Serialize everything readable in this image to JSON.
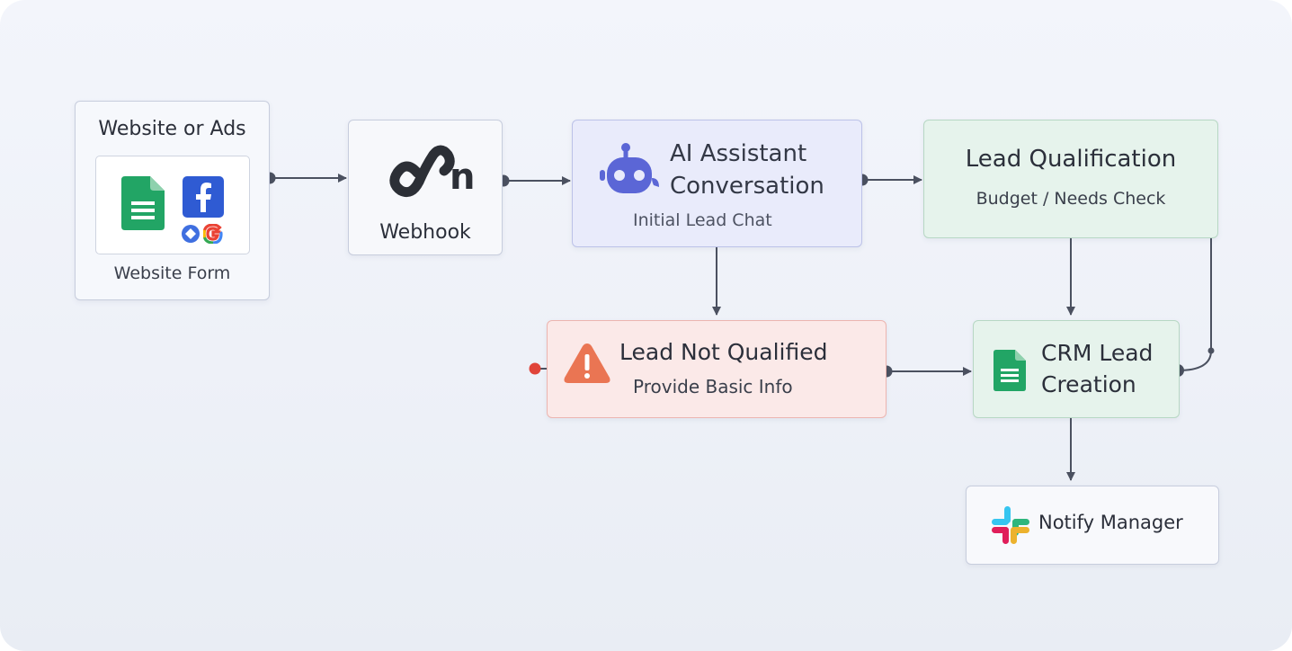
{
  "nodes": {
    "website": {
      "title": "Website or Ads",
      "subtitle": "Website Form",
      "icons": [
        "google-sheets-icon",
        "facebook-icon",
        "google-icon"
      ]
    },
    "webhook": {
      "title": "Webhook",
      "icon": "n8n-logo-icon"
    },
    "assistant": {
      "title_line1": "AI Assistant",
      "title_line2": "Conversation",
      "subtitle": "Initial Lead Chat",
      "icon": "robot-icon"
    },
    "qualification": {
      "title": "Lead Qualification",
      "subtitle": "Budget / Needs Check"
    },
    "not_qualified": {
      "title": "Lead Not Qualified",
      "subtitle": "Provide Basic Info",
      "icon": "warning-icon"
    },
    "crm": {
      "title_line1": "CRM Lead",
      "title_line2": "Creation",
      "icon": "google-sheets-icon"
    },
    "notify": {
      "title": "Notify Manager",
      "icon": "slack-icon"
    }
  },
  "colors": {
    "assistant_bg": "#e9ebfb",
    "qualification_bg": "#e6f3ec",
    "not_qualified_bg": "#fbe9e8",
    "crm_bg": "#e6f3ec",
    "wire": "#4b5160",
    "error_dot": "#e0443a"
  }
}
